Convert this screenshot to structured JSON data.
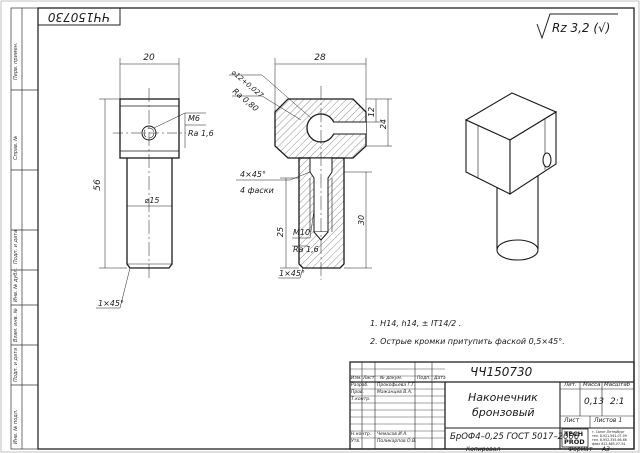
{
  "designation": "ЧЧ150730",
  "designation_mirrored": "ЧЧ150730",
  "roughness": "Rz 3,2 (√)",
  "notes": [
    "1. H14, h14, ± IT14/2 .",
    "2. Острые кромки притупить фаской 0,5×45°."
  ],
  "dimensions": {
    "width_20": "20",
    "height_56": "56",
    "dia_15": "⌀15",
    "thread_m6": "M6",
    "ra_16_left": "Ra 1,6",
    "chamfer_left": "1×45°",
    "width_28": "28",
    "bore": "⌀12+0,027",
    "ra_080": "Ra 0,80",
    "h_12": "12",
    "h_24": "24",
    "chamfers_4": "4×45°",
    "chamfers_4_label": "4 фаски",
    "thread_m10": "M10",
    "ra_16_sec": "Ra 1,6",
    "d_25": "25",
    "d_30": "30",
    "chamfer_sec": "1×45°"
  },
  "title_block": {
    "name_line1": "Наконечник",
    "name_line2": "бронзовый",
    "material": "БрОФ4–0,25 ГОСТ 5017–2006",
    "lit_header": "Лит.",
    "mass_header": "Масса",
    "scale_header": "Масштаб",
    "mass": "0,13",
    "scale": "2:1",
    "sheet": "Лист",
    "sheets": "Листов 1",
    "header_cells": [
      "Изм.",
      "Лист",
      "№ докум.",
      "Подп.",
      "Дата"
    ],
    "roles": [
      {
        "role": "Разраб.",
        "name": "Прокофьева Г.Г."
      },
      {
        "role": "Пров.",
        "name": "Мажанцев В.А."
      },
      {
        "role": "Т.контр.",
        "name": ""
      },
      {
        "role": "Н.контр.",
        "name": "Чемасов И.А."
      },
      {
        "role": "Утв.",
        "name": "Поликарпов О.В."
      }
    ],
    "logo_top": "TECH",
    "logo_bottom": "PROD",
    "company_lines": [
      "г. Санкт-Петербург",
      "тел. 8-921-561-07-09",
      "тел. 8-952-355-66-66",
      "факс 812-665-07-34"
    ],
    "copied": "Копировал",
    "format_label": "Формат",
    "format": "A3"
  },
  "side_labels": [
    "Перв. примен.",
    "Справ. №",
    "Подп. и дата",
    "Инв. № дубл.",
    "Взам. инв. №",
    "Подп. и дата",
    "Инв. № подл."
  ]
}
